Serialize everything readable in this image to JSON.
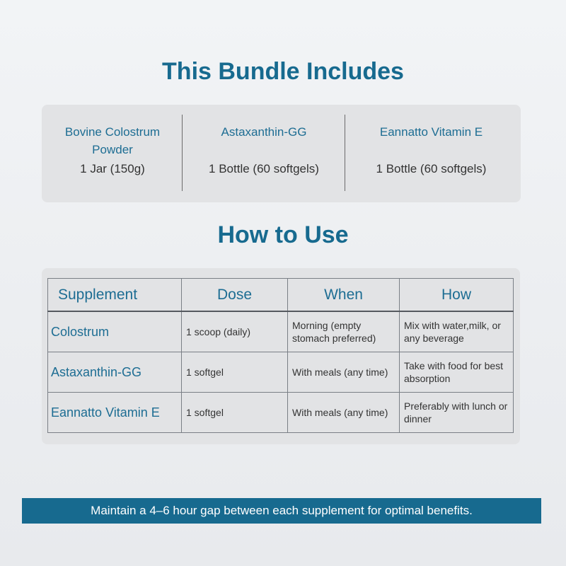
{
  "bundle": {
    "title": "This Bundle Includes",
    "items": [
      {
        "name": "Bovine Colostrum Powder",
        "quantity": "1 Jar (150g)"
      },
      {
        "name": "Astaxanthin-GG",
        "quantity": "1 Bottle (60 softgels)"
      },
      {
        "name": "Eannatto Vitamin E",
        "quantity": "1 Bottle (60 softgels)"
      }
    ]
  },
  "usage": {
    "title": "How to Use",
    "headers": [
      "Supplement",
      "Dose",
      "When",
      "How"
    ],
    "rows": [
      {
        "supplement": "Colostrum",
        "dose": "1 scoop (daily)",
        "when": "Morning (empty stomach preferred)",
        "how": "Mix with water,milk, or any beverage"
      },
      {
        "supplement": "Astaxanthin-GG",
        "dose": "1 softgel",
        "when": "With meals (any time)",
        "how": "Take with food for best absorption"
      },
      {
        "supplement": "Eannatto Vitamin E",
        "dose": "1 softgel",
        "when": "With meals (any time)",
        "how": "Preferably with lunch or dinner"
      }
    ]
  },
  "banner": {
    "text": "Maintain a 4–6 hour gap between each supplement for optimal benefits."
  },
  "colors": {
    "accent": "#176a8f",
    "panel": "#e2e3e5",
    "text": "#333333"
  }
}
